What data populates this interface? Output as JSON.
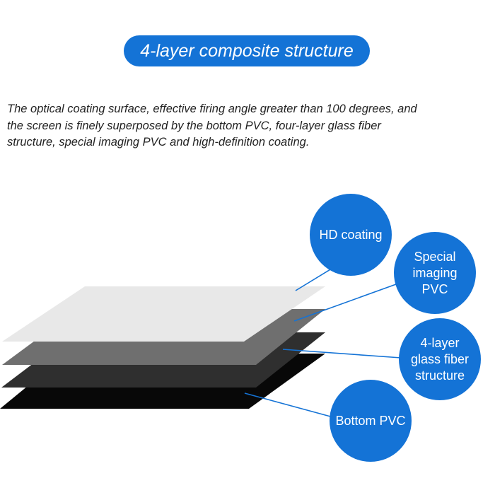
{
  "title": "4-layer composite structure",
  "description_lines": [
    "The optical coating surface, effective firing angle greater than 100 degrees, and",
    "the screen is finely superposed by the bottom PVC, four-layer glass fiber",
    "structure, special imaging PVC and high-definition coating."
  ],
  "layers": [
    {
      "label": "HD coating",
      "color": "#e8e8e8"
    },
    {
      "label": "Special\nimaging\nPVC",
      "color": "#6f6f6f"
    },
    {
      "label": "4-layer\nglass fiber\nstructure",
      "color": "#2f2f2f"
    },
    {
      "label": "Bottom PVC",
      "color": "#080808"
    }
  ],
  "colors": {
    "accent": "#1473d6",
    "leader_line": "#1473d6"
  }
}
